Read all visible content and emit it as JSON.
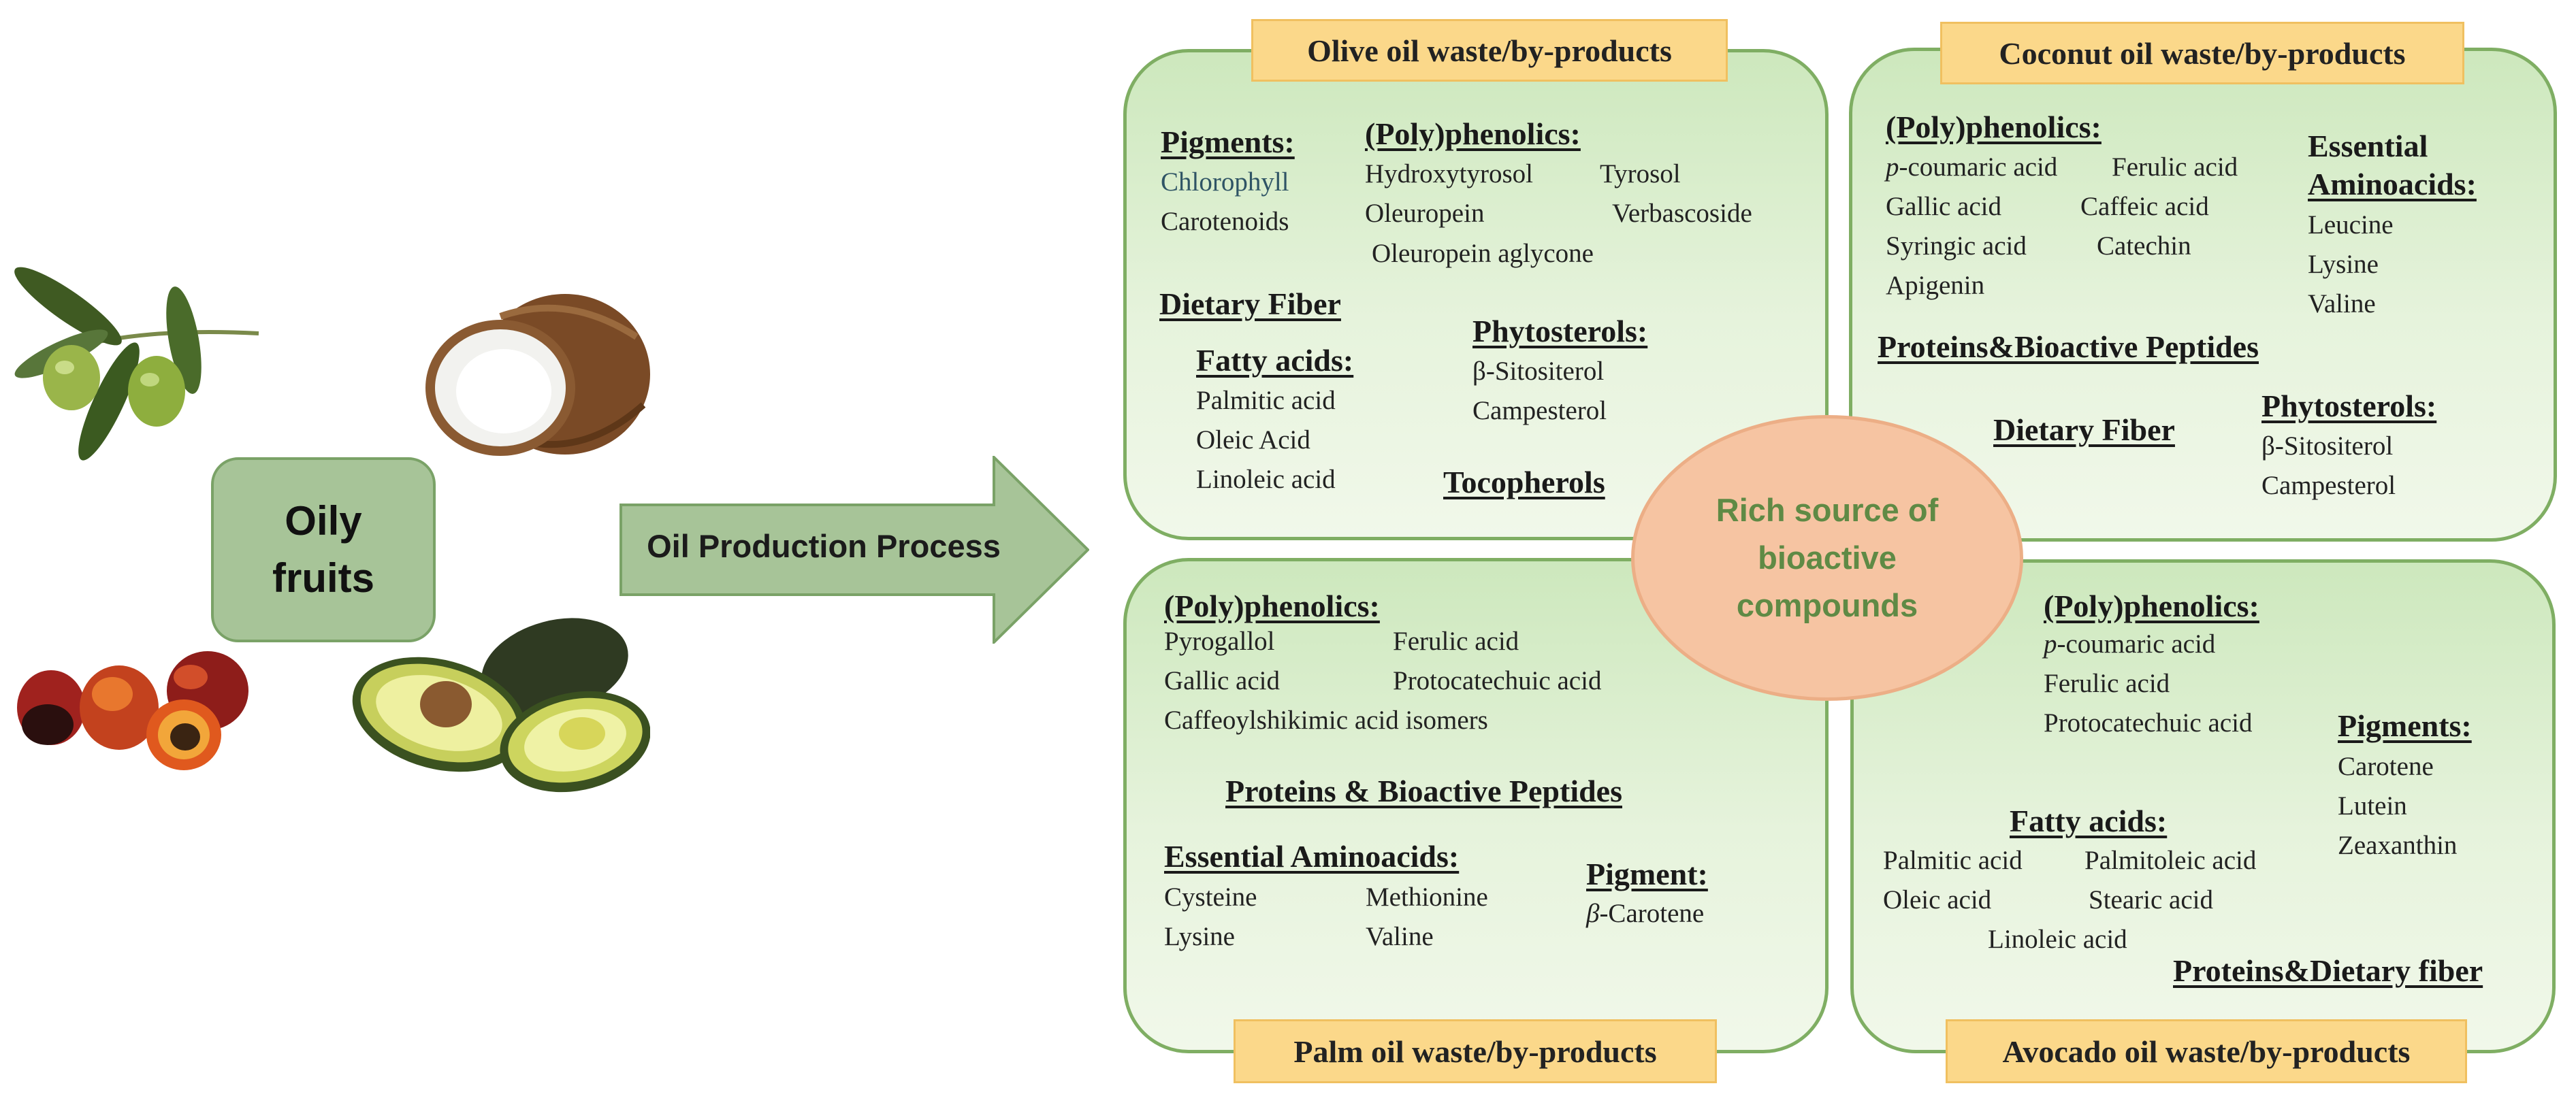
{
  "left": {
    "oily_fruits_label": "Oily fruits",
    "process_label": "Oil Production Process",
    "fruit_icons": [
      "olive-icon",
      "coconut-icon",
      "palm-fruit-icon",
      "avocado-icon"
    ]
  },
  "center_label": "Rich source of bioactive compounds",
  "colors": {
    "panel_fill": "#d4ebc4",
    "panel_border": "#7fae63",
    "tab_fill": "#fbd88a",
    "center_fill": "#f6c4a2",
    "center_text": "#5f8a45",
    "box_fill": "#a7c498"
  },
  "olive": {
    "title": "Olive oil waste/by-products",
    "pigments_h": "Pigments:",
    "pigments": [
      "Chlorophyll",
      "Carotenoids"
    ],
    "phenolics_h": "(Poly)phenolics:",
    "phenolics": [
      "Hydroxytyrosol",
      "Tyrosol",
      "Oleuropein",
      "Verbascoside",
      "Oleuropein aglycone"
    ],
    "fiber_h": "Dietary Fiber",
    "fatty_h": "Fatty acids:",
    "fatty": [
      "Palmitic acid",
      "Oleic Acid",
      "Linoleic acid"
    ],
    "phyto_h": "Phytosterols:",
    "phyto": [
      "β-Sitositerol",
      "Campesterol"
    ],
    "toco_h": "Tocopherols"
  },
  "coconut": {
    "title": "Coconut oil waste/by-products",
    "phenolics_h": "(Poly)phenolics:",
    "phenolics_prefix": "p",
    "phenolics": [
      "-coumaric acid",
      "Ferulic acid",
      "Gallic acid",
      "Caffeic acid",
      "Syringic acid",
      "Catechin",
      "Apigenin"
    ],
    "amino_h1": "Essential",
    "amino_h2": "Aminoacids:",
    "amino": [
      "Leucine",
      "Lysine",
      "Valine"
    ],
    "proteins_h": "Proteins&Bioactive Peptides",
    "fiber_h": "Dietary Fiber",
    "phyto_h": "Phytosterols:",
    "phyto": [
      "β-Sitositerol",
      "Campesterol"
    ]
  },
  "palm": {
    "title": "Palm oil waste/by-products",
    "phenolics_h": "(Poly)phenolics:",
    "phenolics": [
      "Pyrogallol",
      "Ferulic acid",
      "Gallic acid",
      "Protocatechuic acid",
      "Caffeoylshikimic acid isomers"
    ],
    "proteins_h": "Proteins & Bioactive Peptides",
    "amino_h": "Essential Aminoacids:",
    "amino": [
      "Cysteine",
      "Methionine",
      "Lysine",
      "Valine"
    ],
    "pigment_h": "Pigment:",
    "pigment_prefix": "β",
    "pigment": "-Carotene"
  },
  "avocado": {
    "title": "Avocado oil waste/by-products",
    "phenolics_h": "(Poly)phenolics:",
    "phenolics_prefix": "p",
    "phenolics": [
      "-coumaric acid",
      "Ferulic acid",
      "Protocatechuic acid"
    ],
    "pigments_h": "Pigments:",
    "pigments": [
      "Carotene",
      "Lutein",
      "Zeaxanthin"
    ],
    "fatty_h": "Fatty acids:",
    "fatty": [
      "Palmitic acid",
      "Palmitoleic acid",
      "Oleic acid",
      "Stearic acid",
      "Linoleic acid"
    ],
    "proteins_h": "Proteins&Dietary fiber"
  }
}
